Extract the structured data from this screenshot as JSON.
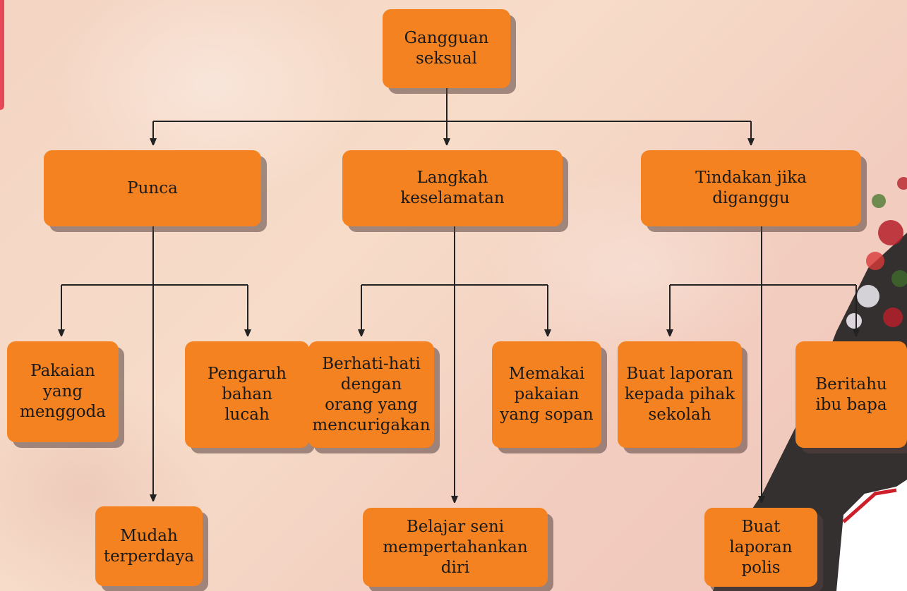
{
  "diagram": {
    "root": {
      "label": "Gangguan\nseksual"
    },
    "branches": [
      {
        "label": "Punca",
        "children": [
          "Pakaian\nyang\nmenggoda",
          "Pengaruh\nbahan\nlucah",
          "Mudah\nterperdaya"
        ]
      },
      {
        "label": "Langkah\nkeselamatan",
        "children": [
          "Berhati-hati\ndengan\norang yang\nmencurigakan",
          "Memakai\npakaian\nyang sopan",
          "Belajar seni\nmempertahankan\ndiri"
        ]
      },
      {
        "label": "Tindakan jika\ndiganggu",
        "children": [
          "Buat laporan\nkepada pihak\nsekolah",
          "Beritahu\nibu bapa",
          "Buat\nlaporan\npolis"
        ]
      }
    ]
  },
  "colors": {
    "node_fill": "#f58220",
    "node_shadow": "#58423e",
    "connector": "#222222",
    "background": "#f4d4c3",
    "side_tab": "#e8475a"
  }
}
